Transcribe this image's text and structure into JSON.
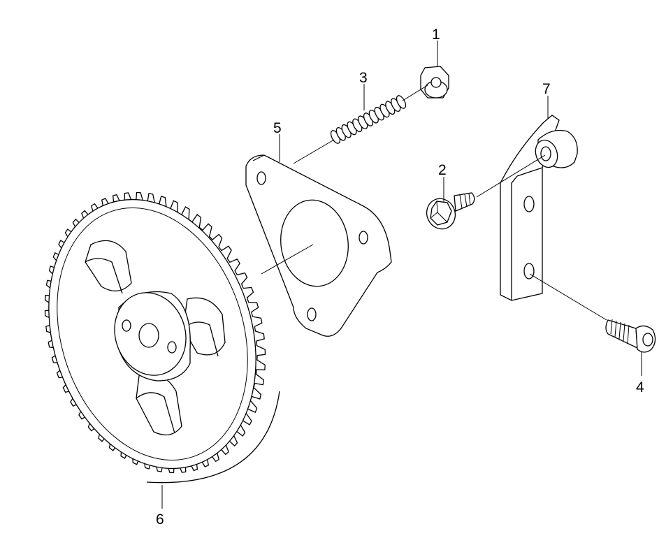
{
  "callouts": {
    "nut": "1",
    "flange_bolt": "2",
    "stud": "3",
    "shoulder_bolt": "4",
    "gasket": "5",
    "gear": "6",
    "bracket": "7"
  },
  "colors": {
    "line": "#000000",
    "background": "#ffffff"
  }
}
